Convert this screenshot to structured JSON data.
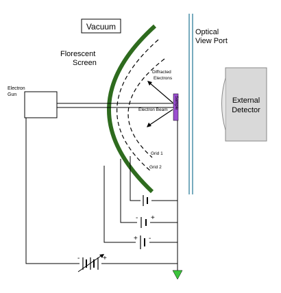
{
  "labels": {
    "vacuum": "Vacuum",
    "optical_line1": "Optical",
    "optical_line2": "View Port",
    "screen_line1": "Florescent",
    "screen_line2": "Screen",
    "gun_line1": "Electron",
    "gun_line2": "Gun",
    "diffracted_line1": "Diffracted",
    "diffracted_line2": "Electrons",
    "electron_beam": "Electron Beam",
    "sample": "Sample",
    "grid1": "Grid 1",
    "grid2": "Grid 2",
    "detector_line1": "External",
    "detector_line2": "Detector",
    "plus": "+",
    "minus": "-"
  },
  "colors": {
    "screen": "#2e6b1e",
    "sample": "#9b4fd0",
    "ground": "#3cc43c",
    "detector_fill": "#d9d9d9",
    "viewport": "#4a8fa8"
  }
}
